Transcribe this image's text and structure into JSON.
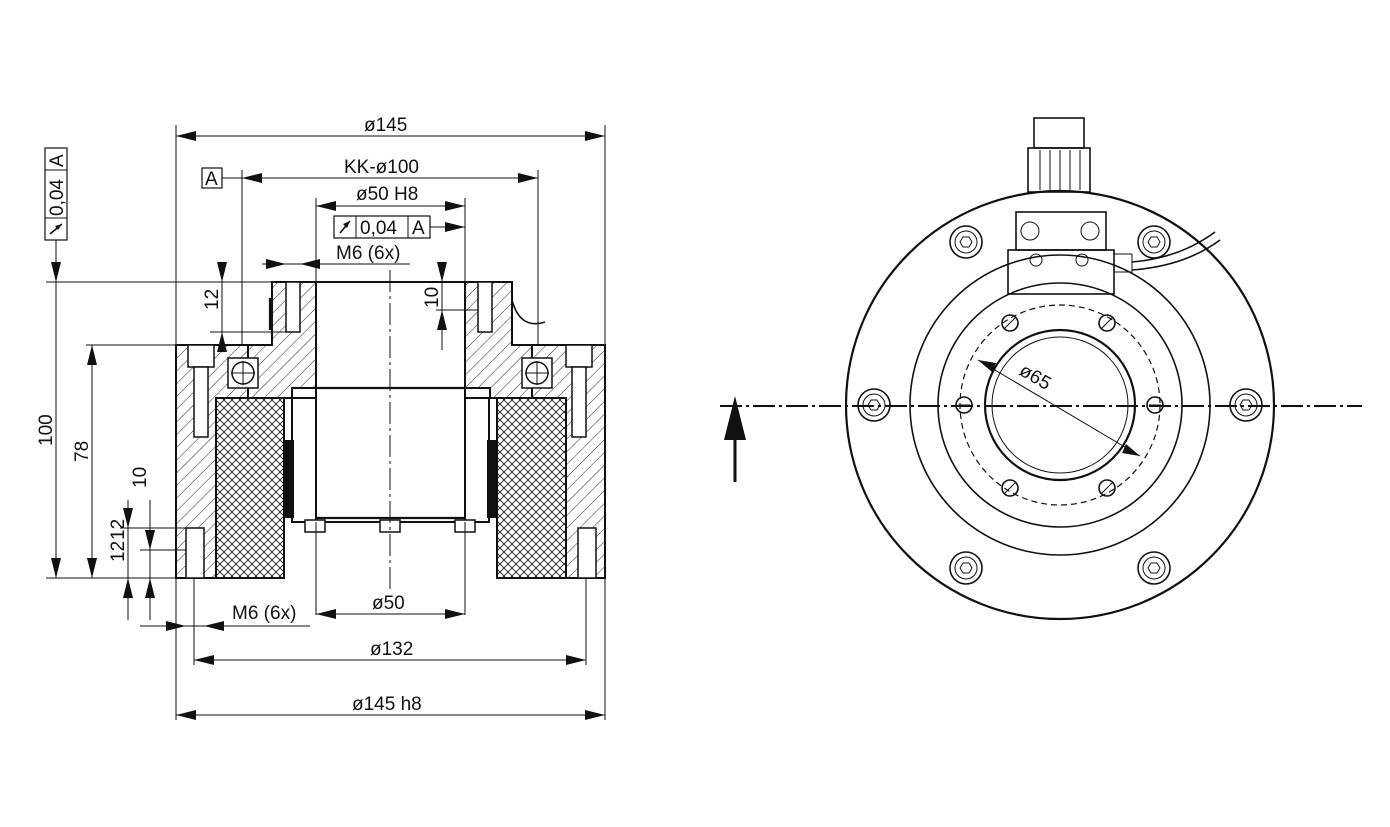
{
  "drawing": {
    "dimensions": {
      "d145_top": "ø145",
      "kk100": "KK-ø100",
      "d50h8": "ø50 H8",
      "tol_inner_value": "0,04",
      "tol_inner_datum": "A",
      "m6_top": "M6 (6x)",
      "dim_12_top": "12",
      "dim_10_top": "10",
      "datum_a": "A",
      "tol_left_value": "0,04",
      "tol_left_datum": "A",
      "dim_100": "100",
      "dim_78": "78",
      "dim_10_bottom": "10",
      "dim_12_bottom_a": "12",
      "dim_12_bottom_b": "12",
      "m6_bottom": "M6 (6x)",
      "d50": "ø50",
      "d132": "ø132",
      "d145h8": "ø145 h8",
      "d65": "ø65"
    }
  }
}
